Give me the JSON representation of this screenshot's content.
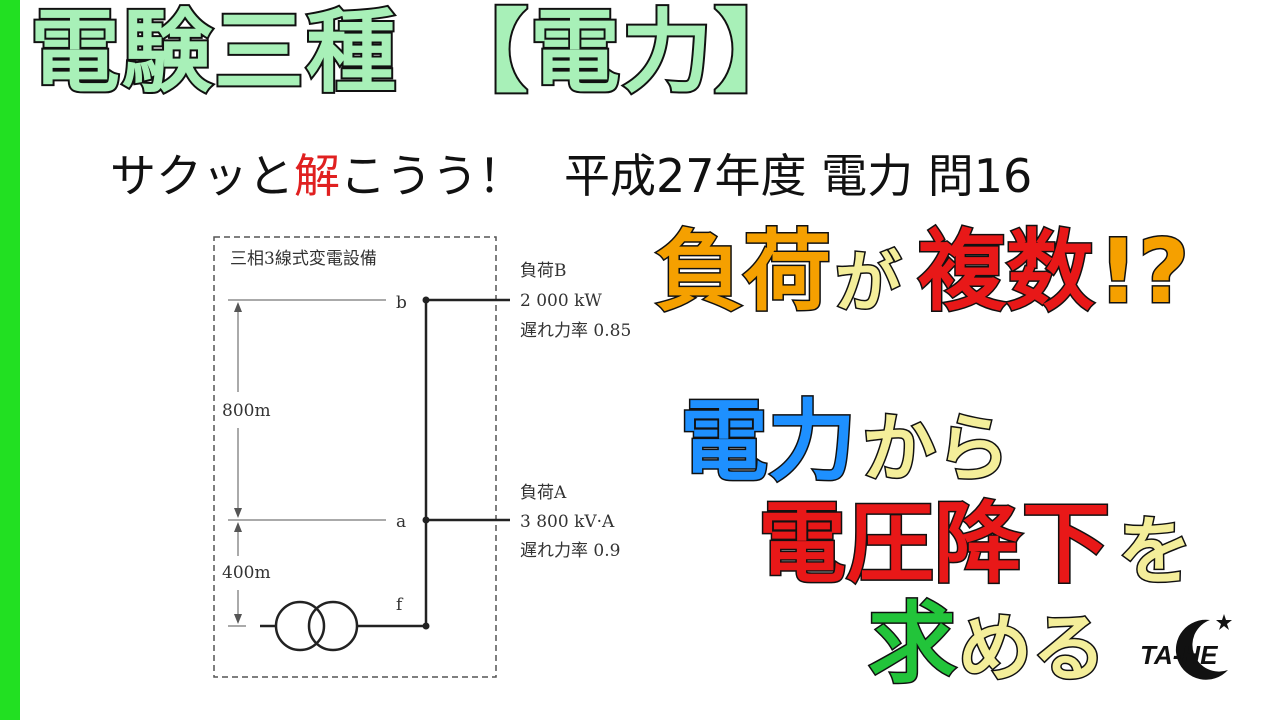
{
  "title": {
    "part1": "電験三種",
    "part2": "【電力】"
  },
  "subtitle": {
    "a": "サクッと",
    "b": "解",
    "c": "こうう！",
    "d": "平成27年度 電力 問16"
  },
  "headline": {
    "w1": "負荷",
    "w2": "が",
    "w3": "複数",
    "w4": "!?",
    "w5": "電力",
    "w6": "から",
    "w7": "電圧降下",
    "w8": "を",
    "w9": "求",
    "w10": "める"
  },
  "diagram": {
    "box_label": "三相3線式変電設備",
    "node_b": "b",
    "node_a": "a",
    "node_f": "f",
    "dist_upper": "800m",
    "dist_lower": "400m",
    "load_b": {
      "name": "負荷B",
      "power": "2 000 kW",
      "pf": "遅れ力率 0.85"
    },
    "load_a": {
      "name": "負荷A",
      "power": "3 800 kV·A",
      "pf": "遅れ力率 0.9"
    }
  },
  "logo_text": "TA-HE",
  "colors": {
    "accent_bar": "#22e022",
    "title_fill": "#a8f0b8",
    "orange": "#f5a000",
    "red": "#e81818",
    "blue": "#1e90ff",
    "green": "#22c43a",
    "yellow": "#f4ee9a"
  }
}
